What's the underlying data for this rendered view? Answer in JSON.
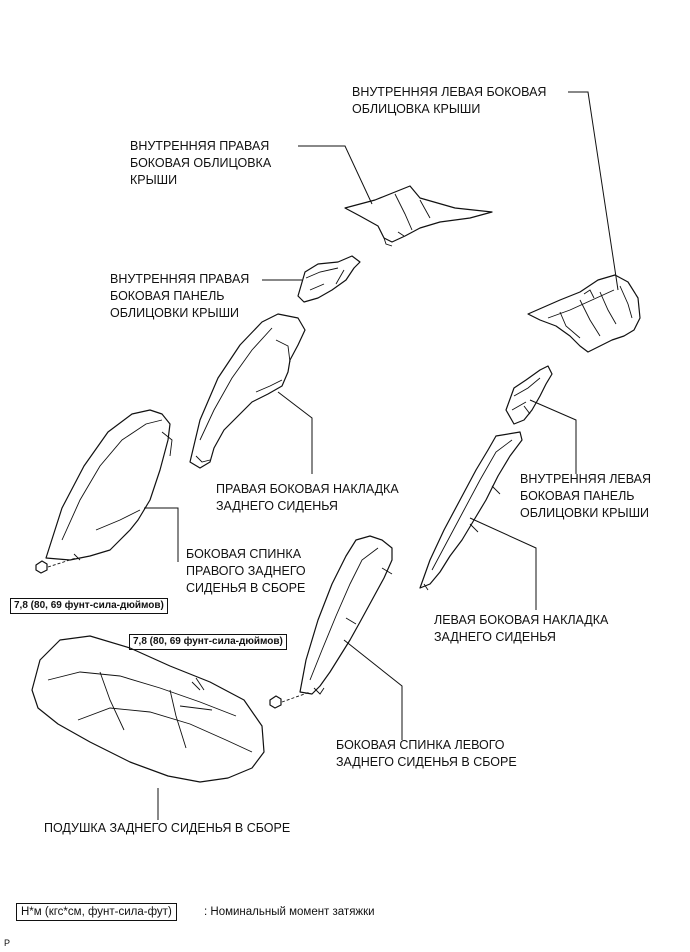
{
  "labels": {
    "left_roof_side_trim": "ВНУТРЕННЯЯ ЛЕВАЯ БОКОВАЯ\nОБЛИЦОВКА КРЫШИ",
    "right_roof_side_trim": "ВНУТРЕННЯЯ ПРАВАЯ\nБОКОВАЯ ОБЛИЦОВКА\nКРЫШИ",
    "right_roof_side_panel": "ВНУТРЕННЯЯ ПРАВАЯ\nБОКОВАЯ ПАНЕЛЬ\nОБЛИЦОВКИ КРЫШИ",
    "right_seat_side_trim": "ПРАВАЯ БОКОВАЯ НАКЛАДКА\nЗАДНЕГО СИДЕНЬЯ",
    "right_seatback_assy": "БОКОВАЯ СПИНКА\nПРАВОГО ЗАДНЕГО\nСИДЕНЬЯ В СБОРЕ",
    "left_roof_side_panel": "ВНУТРЕННЯЯ ЛЕВАЯ\nБОКОВАЯ ПАНЕЛЬ\nОБЛИЦОВКИ КРЫШИ",
    "left_seat_side_trim": "ЛЕВАЯ БОКОВАЯ НАКЛАДКА\nЗАДНЕГО СИДЕНЬЯ",
    "left_seatback_assy": "БОКОВАЯ СПИНКА ЛЕВОГО\nЗАДНЕГО СИДЕНЬЯ В СБОРЕ",
    "seat_cushion_assy": "ПОДУШКА ЗАДНЕГО СИДЕНЬЯ В СБОРЕ"
  },
  "torque": {
    "right_bolt": "7,8 (80, 69 фунт-сила-дюймов)",
    "left_bolt": "7,8 (80, 69 фунт-сила-дюймов)"
  },
  "legend": {
    "unit_box": "Н*м (кгс*см, фунт-сила-фут)",
    "description": ": Номинальный момент затяжки"
  },
  "corner_mark": "P"
}
